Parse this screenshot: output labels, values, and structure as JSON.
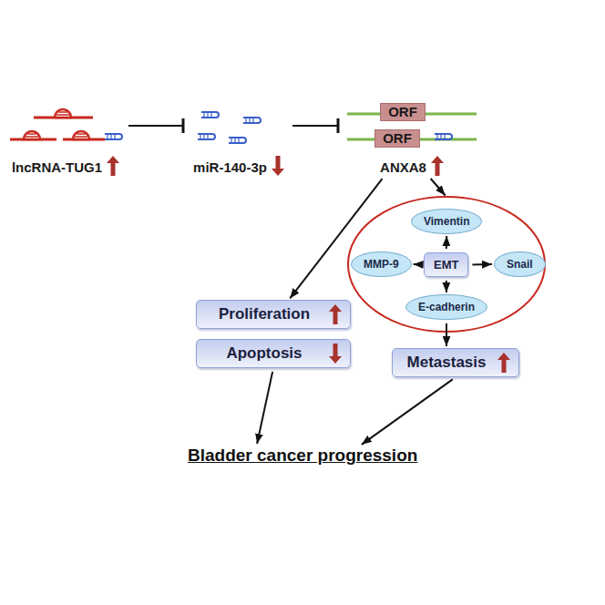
{
  "diagram": {
    "nodes": [
      {
        "text": [
          "lncRNA-TUG1"
        ]
      },
      {
        "text": [
          "miR-140-3p"
        ]
      },
      {
        "text": [
          "ANXA8"
        ]
      },
      {
        "text": [
          "ORF"
        ],
        "in": 2
      },
      {
        "text": [
          "ORF"
        ],
        "in": 2
      },
      {
        "text": [
          "Vimentin"
        ]
      },
      {
        "text": [
          "MMP-9"
        ]
      },
      {
        "text": [
          "EMT"
        ]
      },
      {
        "text": [
          "Snail"
        ]
      },
      {
        "text": [
          "E-cadherin"
        ]
      },
      {
        "text": [
          "Proliferation"
        ]
      },
      {
        "text": [
          "Apoptosis"
        ]
      },
      {
        "text": [
          "Metastasis"
        ]
      },
      {
        "text": [
          "Bladder cancer progression"
        ]
      }
    ],
    "edges": [
      {
        "from": 0,
        "to": 1,
        "arrow": "to"
      },
      {
        "from": 1,
        "to": 2,
        "arrow": "to"
      },
      {
        "from": 2,
        "to": 10,
        "arrow": "to"
      },
      {
        "from": 2,
        "to": 7,
        "arrow": "to"
      },
      {
        "from": 7,
        "to": 5,
        "arrow": "to"
      },
      {
        "from": 7,
        "to": 6,
        "arrow": "to"
      },
      {
        "from": 7,
        "to": 8,
        "arrow": "to"
      },
      {
        "from": 7,
        "to": 9,
        "arrow": "to"
      },
      {
        "from": 9,
        "to": 12,
        "arrow": "to"
      },
      {
        "from": 11,
        "to": 13,
        "arrow": "to"
      },
      {
        "from": 12,
        "to": 13,
        "arrow": "to"
      }
    ]
  }
}
